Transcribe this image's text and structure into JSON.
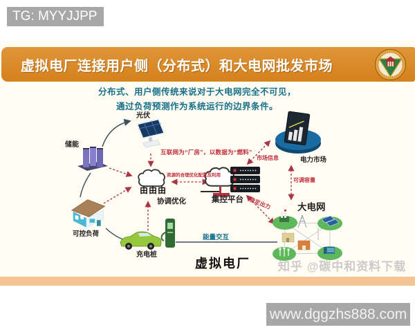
{
  "header": {
    "tg_label": "TG: MYYJJPP"
  },
  "slide": {
    "title": "虚拟电厂连接用户侧（分布式）和大电网批发市场",
    "intro_line1": "分布式、用户侧传统来说对于大电网完全不可见，",
    "intro_line2": "通过负荷预测作为系统运行的边界条件。",
    "nodes": {
      "pv": {
        "label": "光伏"
      },
      "storage": {
        "label": "储能"
      },
      "controllable_load": {
        "label": "可控负荷"
      },
      "charging_pile": {
        "label": "充电桩"
      },
      "coordination_cloud": {
        "towers": "由由由",
        "label": "协调优化"
      },
      "control_platform": {
        "label": "集控平台"
      },
      "power_market": {
        "label": "电力市场"
      },
      "big_grid": {
        "label": "大电网"
      },
      "vpp": {
        "label": "虚拟电厂"
      }
    },
    "annotations": {
      "internet_quote": "互联网为“厂房”，以数据为“燃料”",
      "resource_optimization": "资源的合理优化配置及利用",
      "market_info": "市场信息",
      "adjustable_capacity": "可调容量",
      "stable_output": "稳定出力",
      "energy_exchange": "能量交互"
    },
    "watermark": "知乎 @碳中和资料下载"
  },
  "footer": {
    "url": "www.dggzhs888.com"
  },
  "colors": {
    "title_bar_orange": "#d5811c",
    "footer_strip_peach": "#f5c493",
    "watermark_gray": "#a7a7a7",
    "intro_teal": "#17708a",
    "annotation_red": "#c2303f"
  }
}
